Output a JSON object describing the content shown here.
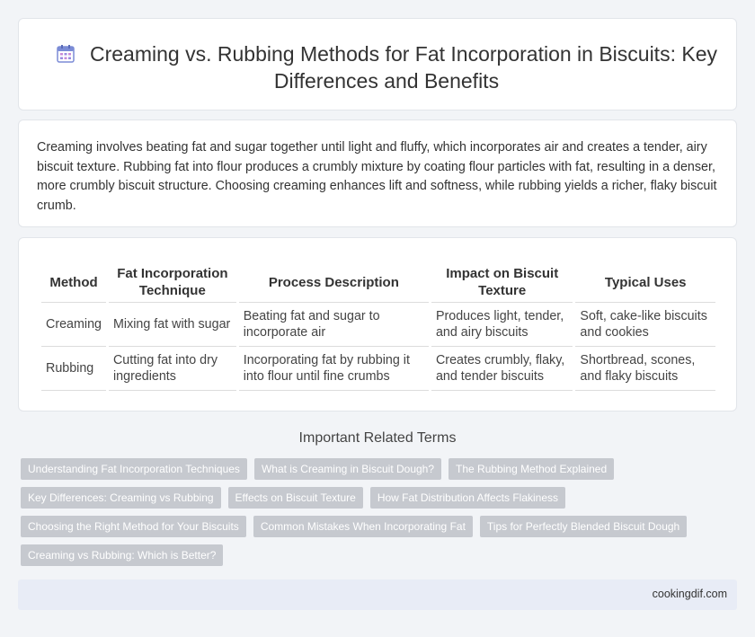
{
  "header": {
    "icon": "calendar-icon",
    "title": "Creaming vs. Rubbing Methods for Fat Incorporation in Biscuits: Key Differences and Benefits"
  },
  "intro": {
    "text": "Creaming involves beating fat and sugar together until light and fluffy, which incorporates air and creates a tender, airy biscuit texture. Rubbing fat into flour produces a crumbly mixture by coating flour particles with fat, resulting in a denser, more crumbly biscuit structure. Choosing creaming enhances lift and softness, while rubbing yields a richer, flaky biscuit crumb."
  },
  "table": {
    "headers": [
      "Method",
      "Fat Incorporation Technique",
      "Process Description",
      "Impact on Biscuit Texture",
      "Typical Uses"
    ],
    "rows": [
      [
        "Creaming",
        "Mixing fat with sugar",
        "Beating fat and sugar to incorporate air",
        "Produces light, tender, and airy biscuits",
        "Soft, cake-like biscuits and cookies"
      ],
      [
        "Rubbing",
        "Cutting fat into dry ingredients",
        "Incorporating fat by rubbing it into flour until fine crumbs",
        "Creates crumbly, flaky, and tender biscuits",
        "Shortbread, scones, and flaky biscuits"
      ]
    ]
  },
  "related": {
    "title": "Important Related Terms",
    "rows": [
      [
        "Understanding Fat Incorporation Techniques",
        "What is Creaming in Biscuit Dough?",
        "The Rubbing Method Explained"
      ],
      [
        "Key Differences: Creaming vs Rubbing",
        "Effects on Biscuit Texture",
        "How Fat Distribution Affects Flakiness"
      ],
      [
        "Choosing the Right Method for Your Biscuits",
        "Common Mistakes When Incorporating Fat",
        "Tips for Perfectly Blended Biscuit Dough"
      ],
      [
        "Creaming vs Rubbing: Which is Better?"
      ]
    ]
  },
  "footer": {
    "site": "cookingdif.com"
  },
  "colors": {
    "tag_bg": "#c6c9cf",
    "footer_bg": "#e8ecf6",
    "icon_accent": "#7b8cd6"
  }
}
